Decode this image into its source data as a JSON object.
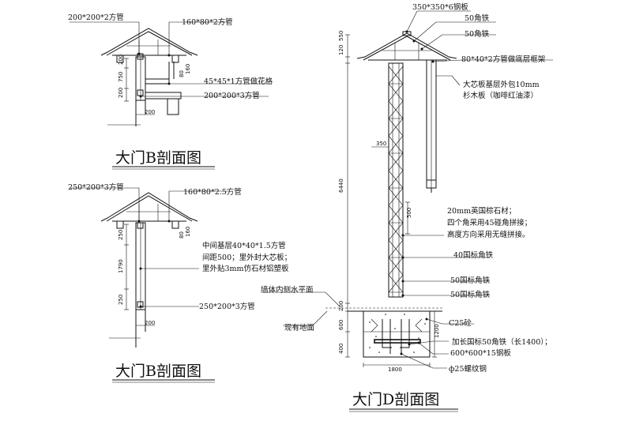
{
  "sectionB1": {
    "title": "大门B剖面图",
    "labels": {
      "top_left": "200*200*2方管",
      "top_right": "160*80*2方管",
      "mid": "45*45*1方管做花格",
      "bottom": "200*200*3方管"
    },
    "dims": {
      "d750": "750",
      "d200a": "200",
      "d200b": "200",
      "d80": "80",
      "d160": "160"
    }
  },
  "sectionB2": {
    "title": "大门B剖面图",
    "labels": {
      "top_left": "250*200*3方管",
      "top_right": "160*80*2.5方管",
      "note1": "中间基层40*40*1.5方管",
      "note2": "间距500；里外封大芯板；",
      "note3": "里外贴3mm仿石材铝塑板",
      "bottom": "250*200*3方管"
    },
    "dims": {
      "d250a": "250",
      "d1790": "1790",
      "d250b": "250",
      "d200": "200",
      "d80": "80",
      "d160": "160"
    }
  },
  "sectionD": {
    "title": "大门D剖面图",
    "labels": {
      "steel_plate_top": "350*350*6钢板",
      "angle_50a": "50角铁",
      "angle_50b": "50角铁",
      "frame": "80*40*2方管做底层框架",
      "board1": "大芯板基层外包10mm",
      "board2": "杉木板（咖啡红油漆）",
      "stone1": "20mm英国棕石材；",
      "stone2": "四个角采用45碰角拼接；",
      "stone3": "高度方向采用无缝拼接。",
      "angle_40": "40国标角铁",
      "angle_50c": "50国标角铁",
      "angle_50d": "50国标角铁",
      "wall_level": "墙体内侧水平面",
      "ground": "现有地面",
      "concrete": "C25砼",
      "angle_long": "加长国标50角铁（长1400）；",
      "base_plate": "600*600*15钢板",
      "rebar": "ф25螺纹钢"
    },
    "dims": {
      "d120": "120",
      "d550": "550",
      "d6440": "6440",
      "d350": "350",
      "d500": "500",
      "d200": "200",
      "d600": "600",
      "d400": "400",
      "d1200": "1200",
      "d1800": "1800"
    }
  }
}
